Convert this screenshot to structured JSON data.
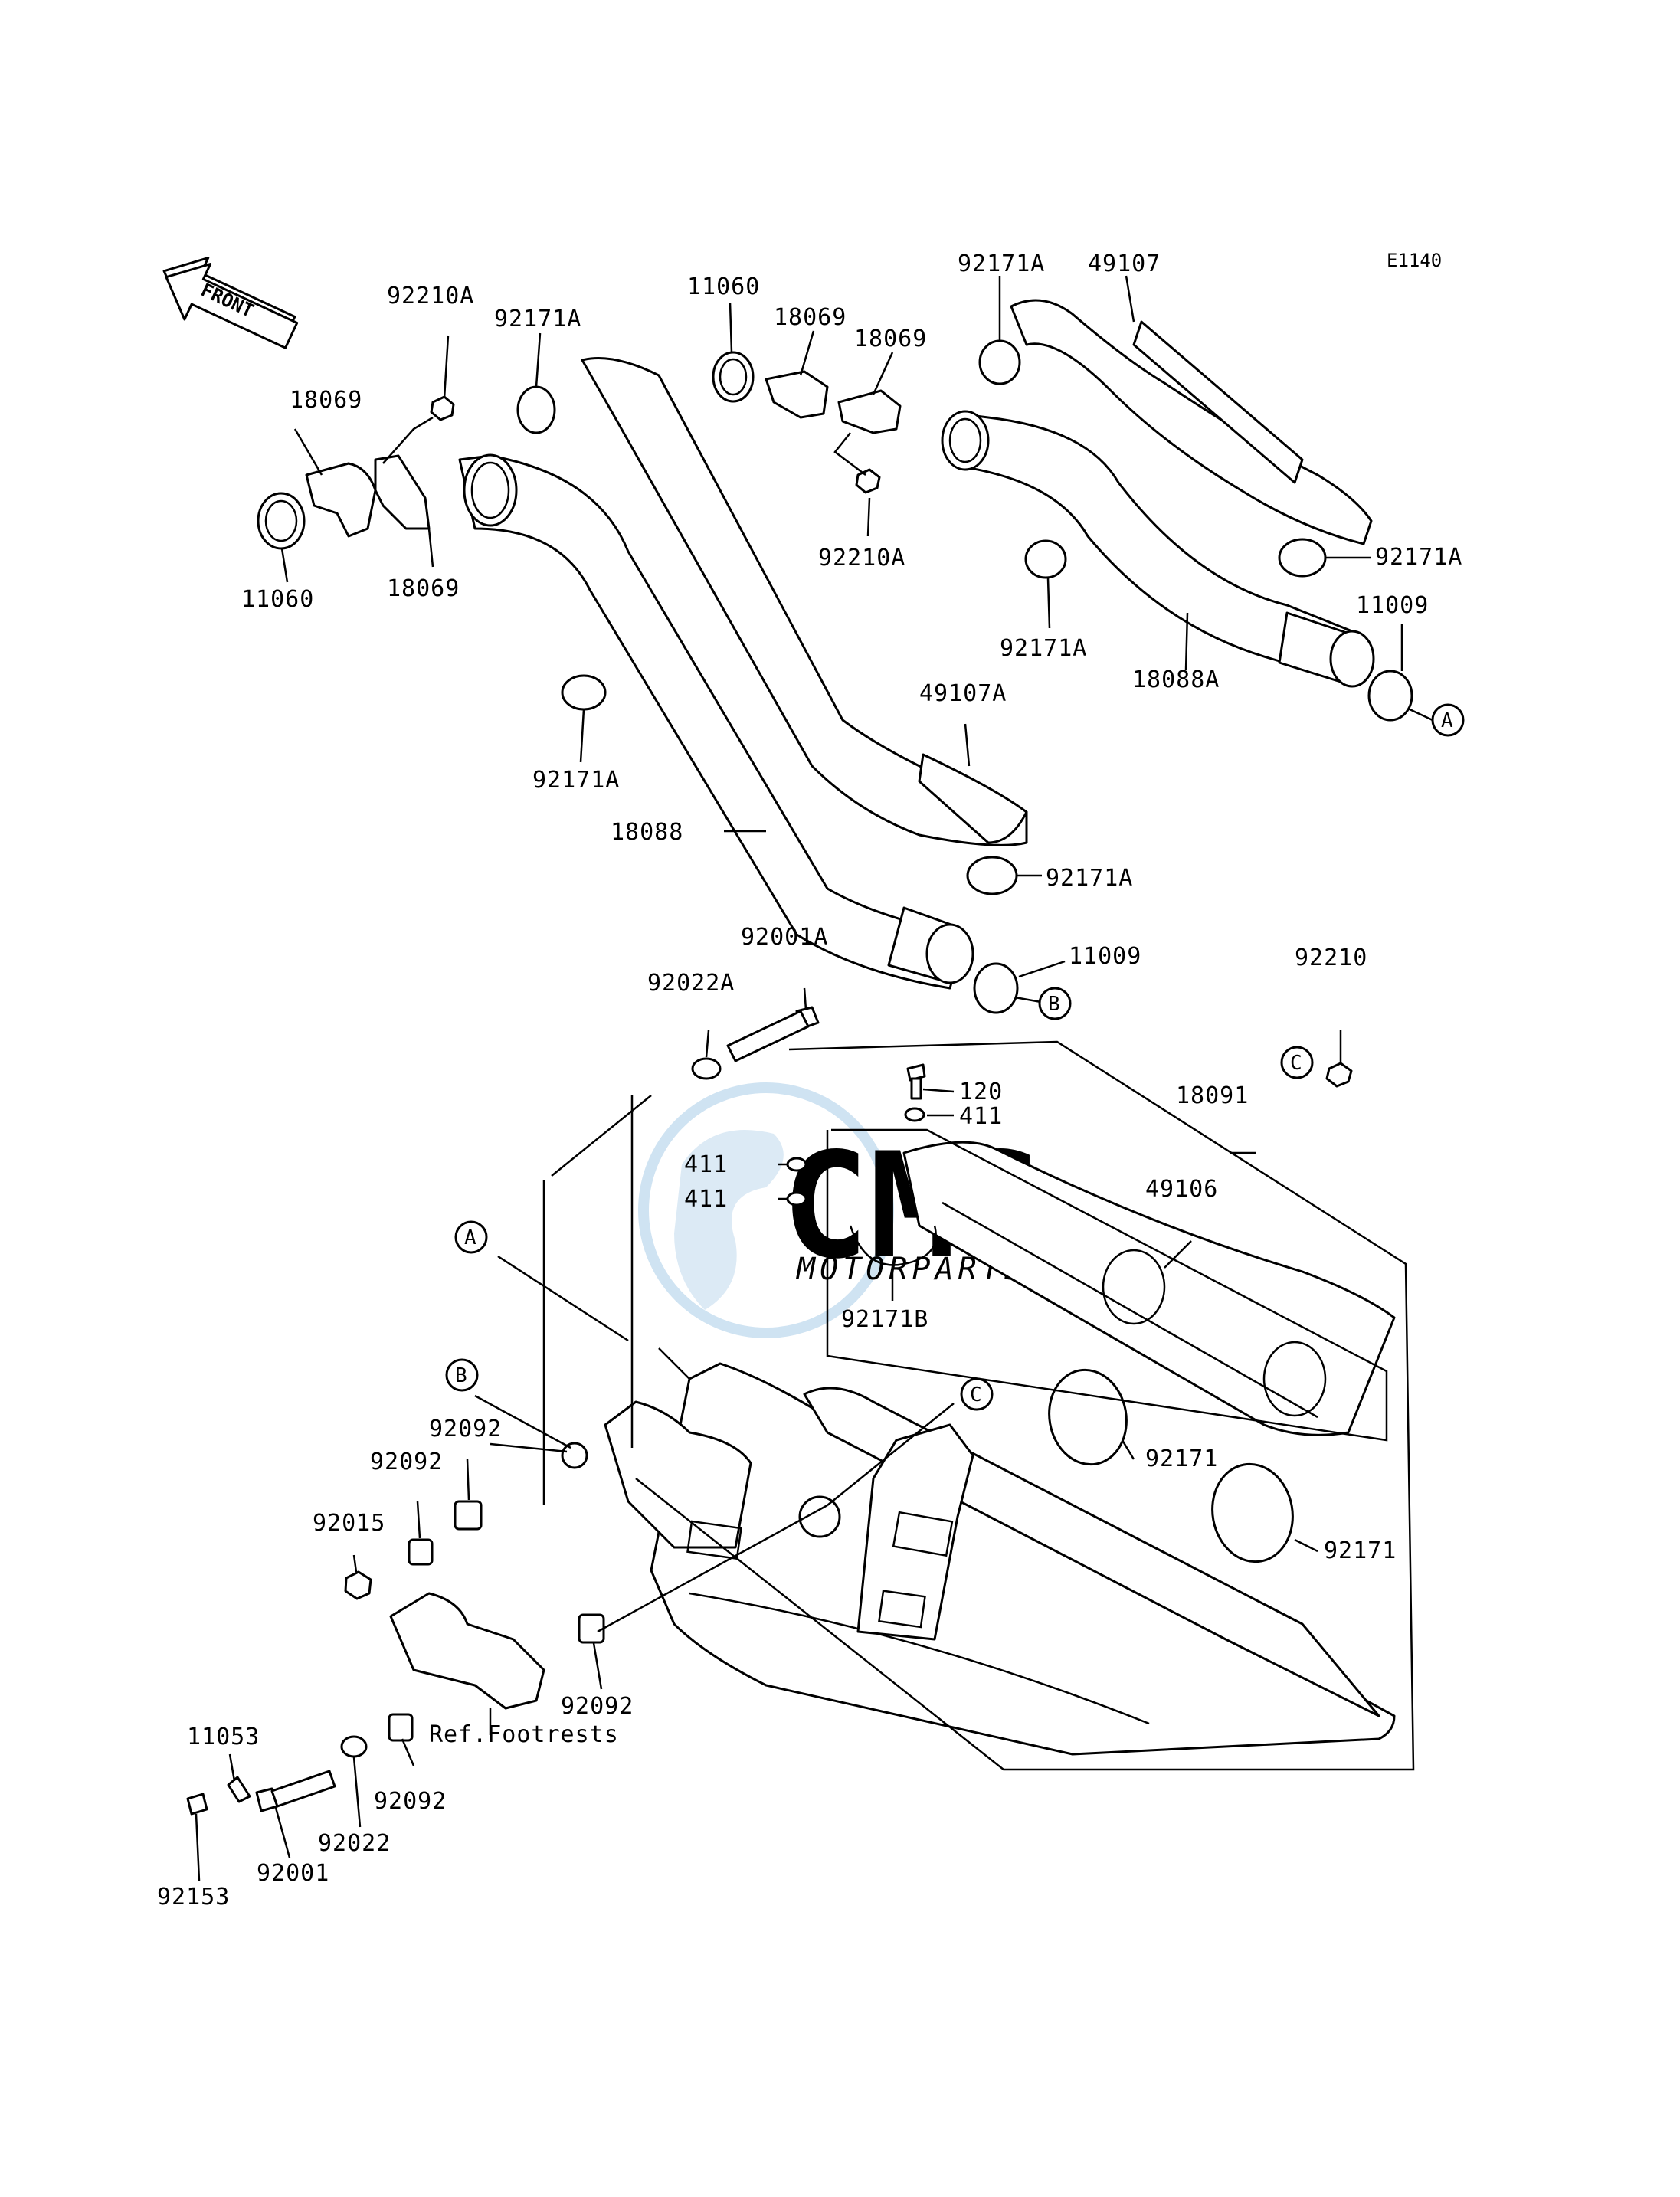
{
  "diagram_code": "E1140",
  "direction_label": "FRONT",
  "watermark": {
    "brand": "CMS",
    "sub": "MOTORPARTS"
  },
  "ref_note": "Ref.Footrests",
  "callouts": {
    "c_92022a": "92022A",
    "c_92001a": "92001A",
    "c_120": "120",
    "c_411_a": "411",
    "c_411_b": "411",
    "c_411_c": "411",
    "c_18091": "18091",
    "c_49106": "49106",
    "c_92171b": "92171B",
    "c_92210": "92210",
    "c_92171_a": "92171",
    "c_92171_b": "92171",
    "c_92092_a": "92092",
    "c_92092_b": "92092",
    "c_92092_c": "92092",
    "c_92092_d": "92092",
    "c_92015": "92015",
    "c_11053": "11053",
    "c_92022": "92022",
    "c_92001": "92001",
    "c_92153": "92153",
    "c_18069_a": "18069",
    "c_18069_b": "18069",
    "c_18069_c": "18069",
    "c_18069_d": "18069",
    "c_11060_a": "11060",
    "c_11060_b": "11060",
    "c_92210a_a": "92210A",
    "c_92210a_b": "92210A",
    "c_92171a_a": "92171A",
    "c_92171a_b": "92171A",
    "c_92171a_c": "92171A",
    "c_92171a_d": "92171A",
    "c_92171a_e": "92171A",
    "c_92171a_f": "92171A",
    "c_49107": "49107",
    "c_49107a": "49107A",
    "c_11009_a": "11009",
    "c_11009_b": "11009",
    "c_18088a": "18088A",
    "c_18088": "18088"
  },
  "markers": {
    "a_top": "A",
    "b_top": "B",
    "c_top": "C",
    "a_low": "A",
    "b_low": "B",
    "c_low": "C"
  }
}
